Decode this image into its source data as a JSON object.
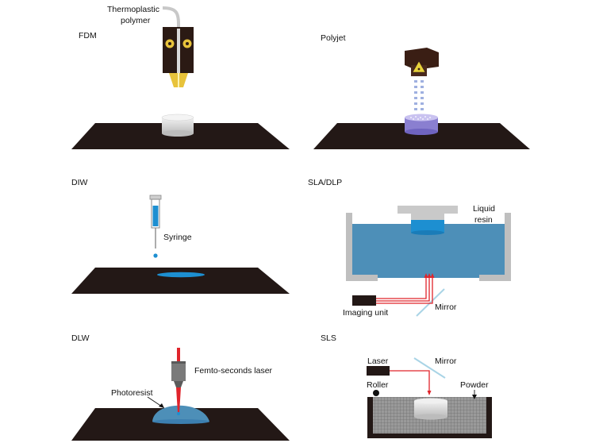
{
  "panels": {
    "fdm": {
      "title": "FDM",
      "material_label_line1": "Thermoplastic",
      "material_label_line2": "polymer"
    },
    "polyjet": {
      "title": "Polyjet"
    },
    "diw": {
      "title": "DIW",
      "syringe_label": "Syringe"
    },
    "sla": {
      "title": "SLA/DLP",
      "resin_label_line1": "Liquid",
      "resin_label_line2": "resin",
      "imaging_label": "Imaging unit",
      "mirror_label": "Mirror"
    },
    "dlw": {
      "title": "DLW",
      "laser_label": "Femto-seconds laser",
      "photoresist_label": "Photoresist"
    },
    "sls": {
      "title": "SLS",
      "laser_label": "Laser",
      "mirror_label": "Mirror",
      "roller_label": "Roller",
      "powder_label": "Powder"
    }
  },
  "colors": {
    "platform": "#231816",
    "blue": "#4d8fb8",
    "cyan": "#1d8fd1",
    "laser_red": "#e0242b",
    "gray": "#bfbfbf",
    "nozzle_gold": "#e8c33b",
    "printhead_brown": "#3a1e14"
  }
}
